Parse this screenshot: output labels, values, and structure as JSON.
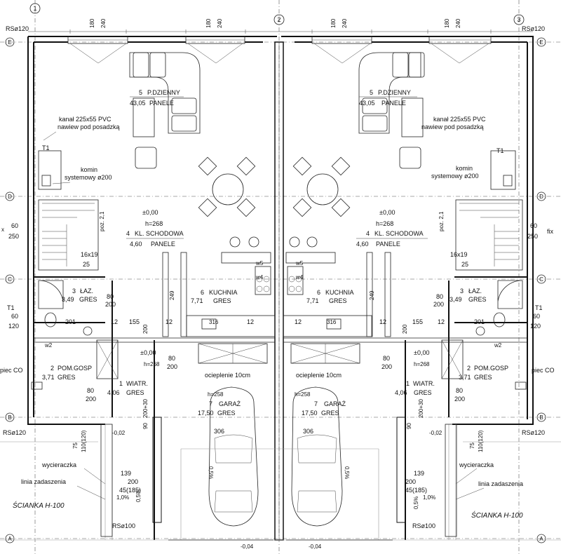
{
  "axes": {
    "top": [
      "1",
      "2",
      "3"
    ],
    "sides": [
      "E",
      "D",
      "C",
      "B",
      "A"
    ]
  },
  "dims_top": [
    "180",
    "240",
    "180",
    "240",
    "180",
    "240",
    "180",
    "240"
  ],
  "rs_labels": [
    "RSø120",
    "RSø120",
    "RSø120",
    "RSø120"
  ],
  "rs_down": [
    "RSø100",
    "RSø100"
  ],
  "left_unit": {
    "living": {
      "num": "5",
      "name": "P.DZIENNY",
      "area": "43,05",
      "floor": "PANELE"
    },
    "duct": [
      "kanał 225x55 PVC",
      "nawiew pod posadzką"
    ],
    "t1": "T1",
    "chimney": [
      "komin",
      "systemowy ø200"
    ],
    "level": "±0,00",
    "height": "h=268",
    "stairs": {
      "num": "4",
      "name": "KL. SCHODOWA",
      "area": "4,60",
      "floor": "PANELE",
      "steps": "16x19",
      "riser": "25",
      "poz": "poz. 2,1"
    },
    "bath": {
      "num": "3",
      "name": "ŁAZ.",
      "area": "3,49",
      "floor": "GRES"
    },
    "kitchen": {
      "num": "6",
      "name": "KUCHNIA",
      "area": "7,71",
      "floor": "GRES"
    },
    "utility": {
      "num": "2",
      "name": "POM.GOSP",
      "area": "3,71",
      "floor": "GRES"
    },
    "wind": {
      "num": "1",
      "name": "WIATR.",
      "area": "4,06",
      "floor": "GRES"
    },
    "garage": {
      "num": "7",
      "name": "GARAŻ",
      "area": "17,50",
      "floor": "GRES",
      "h": "h=258"
    },
    "insulation": "ocieplenie 10cm",
    "piec": "piec CO",
    "doors": [
      "80",
      "200",
      "80",
      "200",
      "80",
      "200",
      "155",
      "12",
      "201",
      "12",
      "200",
      "12",
      "12",
      "316",
      "249",
      "249"
    ],
    "fix": "fix",
    "w60": "60",
    "w250": "250",
    "w120": "120",
    "door_garage": [
      "306"
    ],
    "slope": [
      "0,5%",
      "1,0%"
    ],
    "entrance": [
      "75",
      "110(120)",
      "139",
      "200",
      "45(185)",
      "90",
      "200+30",
      "-0,02"
    ],
    "wycieraczka": "wycieraczka",
    "linia": "linia zadaszenia",
    "sciana": "ŚCIANKA H-100",
    "ground": "-0,04",
    "x": "x",
    "w5": "w5",
    "w2": "w2",
    "w4": "w4"
  },
  "right_unit": {
    "sciana": "ŚCIANKA H-100",
    "piec": "piec CO"
  }
}
